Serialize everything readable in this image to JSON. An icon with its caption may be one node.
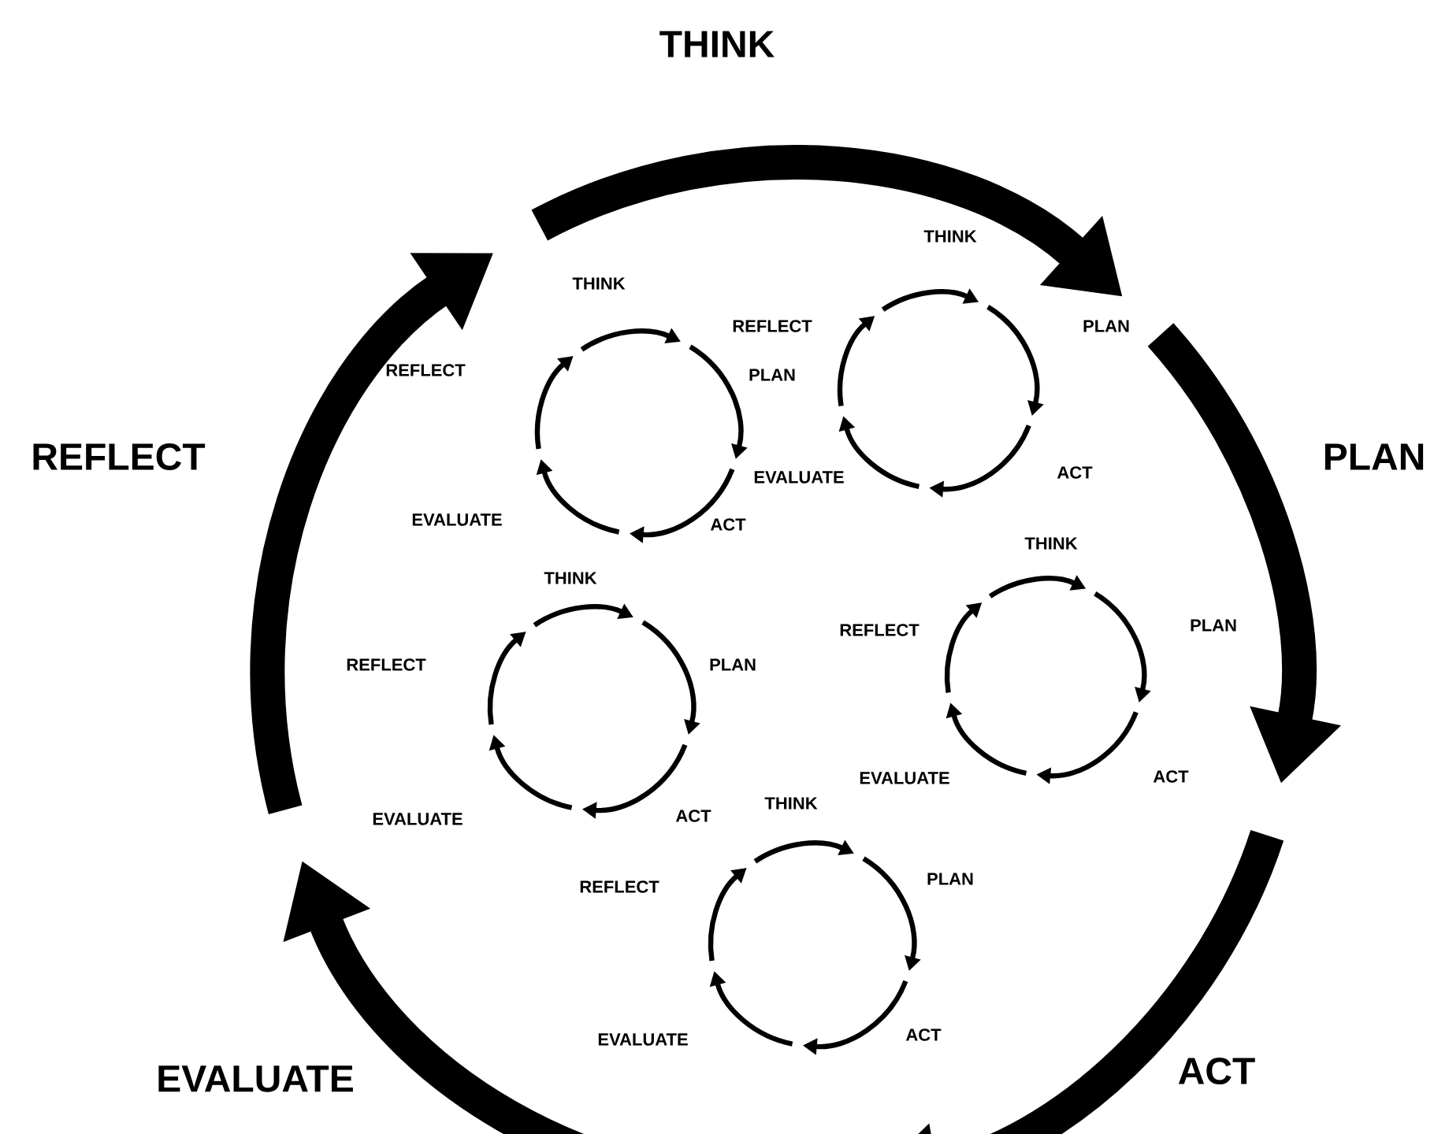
{
  "diagram": {
    "nodes": [
      {
        "text": [
          "THINK"
        ]
      },
      {
        "text": [
          "PLAN"
        ]
      },
      {
        "text": [
          "ACT"
        ]
      },
      {
        "text": [
          "EVALUATE"
        ]
      },
      {
        "text": [
          "REFLECT"
        ]
      },
      {
        "text": [
          "THINK"
        ]
      },
      {
        "text": [
          "PLAN"
        ]
      },
      {
        "text": [
          "ACT"
        ]
      },
      {
        "text": [
          "EVALUATE"
        ]
      },
      {
        "text": [
          "REFLECT"
        ]
      },
      {
        "text": [
          "THINK"
        ]
      },
      {
        "text": [
          "PLAN"
        ]
      },
      {
        "text": [
          "ACT"
        ]
      },
      {
        "text": [
          "EVALUATE"
        ]
      },
      {
        "text": [
          "REFLECT"
        ]
      },
      {
        "text": [
          "THINK"
        ]
      },
      {
        "text": [
          "PLAN"
        ]
      },
      {
        "text": [
          "ACT"
        ]
      },
      {
        "text": [
          "EVALUATE"
        ]
      },
      {
        "text": [
          "REFLECT"
        ]
      },
      {
        "text": [
          "THINK"
        ]
      },
      {
        "text": [
          "PLAN"
        ]
      },
      {
        "text": [
          "ACT"
        ]
      },
      {
        "text": [
          "EVALUATE"
        ]
      },
      {
        "text": [
          "REFLECT"
        ]
      },
      {
        "text": [
          "THINK"
        ]
      },
      {
        "text": [
          "PLAN"
        ]
      },
      {
        "text": [
          "ACT"
        ]
      },
      {
        "text": [
          "EVALUATE"
        ]
      },
      {
        "text": [
          "REFLECT"
        ]
      }
    ]
  }
}
